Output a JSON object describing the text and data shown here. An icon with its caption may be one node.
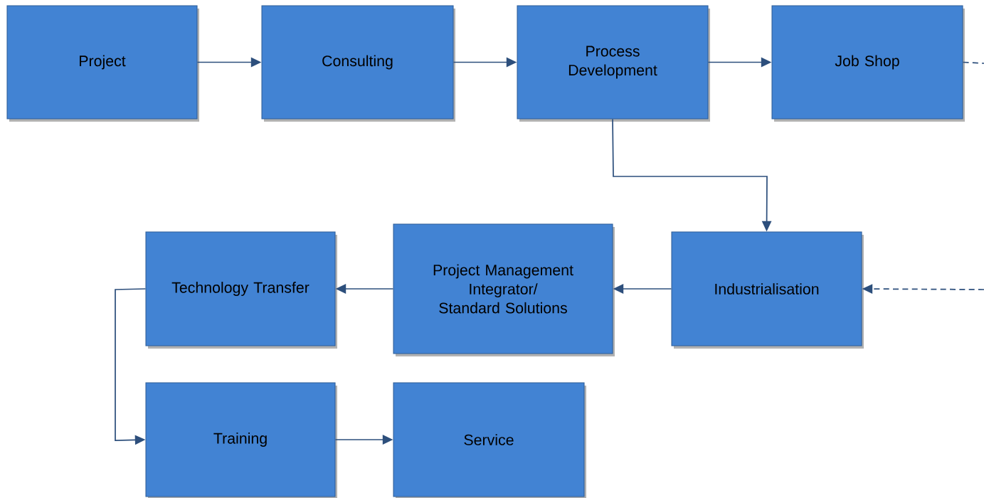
{
  "diagram": {
    "nodes": [
      {
        "text": [
          "Project"
        ]
      },
      {
        "text": [
          "Consulting"
        ]
      },
      {
        "text": [
          "Process Development"
        ]
      },
      {
        "text": [
          "Job Shop"
        ]
      },
      {
        "text": [
          "Technology Transfer"
        ]
      },
      {
        "text": [
          "Project Management Integrator/ Standard Solutions"
        ]
      },
      {
        "text": [
          "Industrialisation"
        ]
      },
      {
        "text": [
          "Training"
        ]
      },
      {
        "text": [
          "Service"
        ]
      }
    ],
    "edges": [
      {
        "from": 0,
        "to": 1,
        "arrow": "to"
      },
      {
        "from": 1,
        "to": 2,
        "arrow": "to"
      },
      {
        "from": 2,
        "to": 3,
        "arrow": "to"
      },
      {
        "from": 3,
        "to": null,
        "arrow": "none",
        "style": "dashed"
      },
      {
        "from": 2,
        "to": 6,
        "arrow": "to"
      },
      {
        "from": null,
        "to": 6,
        "arrow": "to",
        "style": "dashed"
      },
      {
        "from": 6,
        "to": 5,
        "arrow": "to"
      },
      {
        "from": 5,
        "to": 4,
        "arrow": "to"
      },
      {
        "from": 4,
        "to": 7,
        "arrow": "to"
      },
      {
        "from": 7,
        "to": 8,
        "arrow": "to"
      }
    ]
  }
}
